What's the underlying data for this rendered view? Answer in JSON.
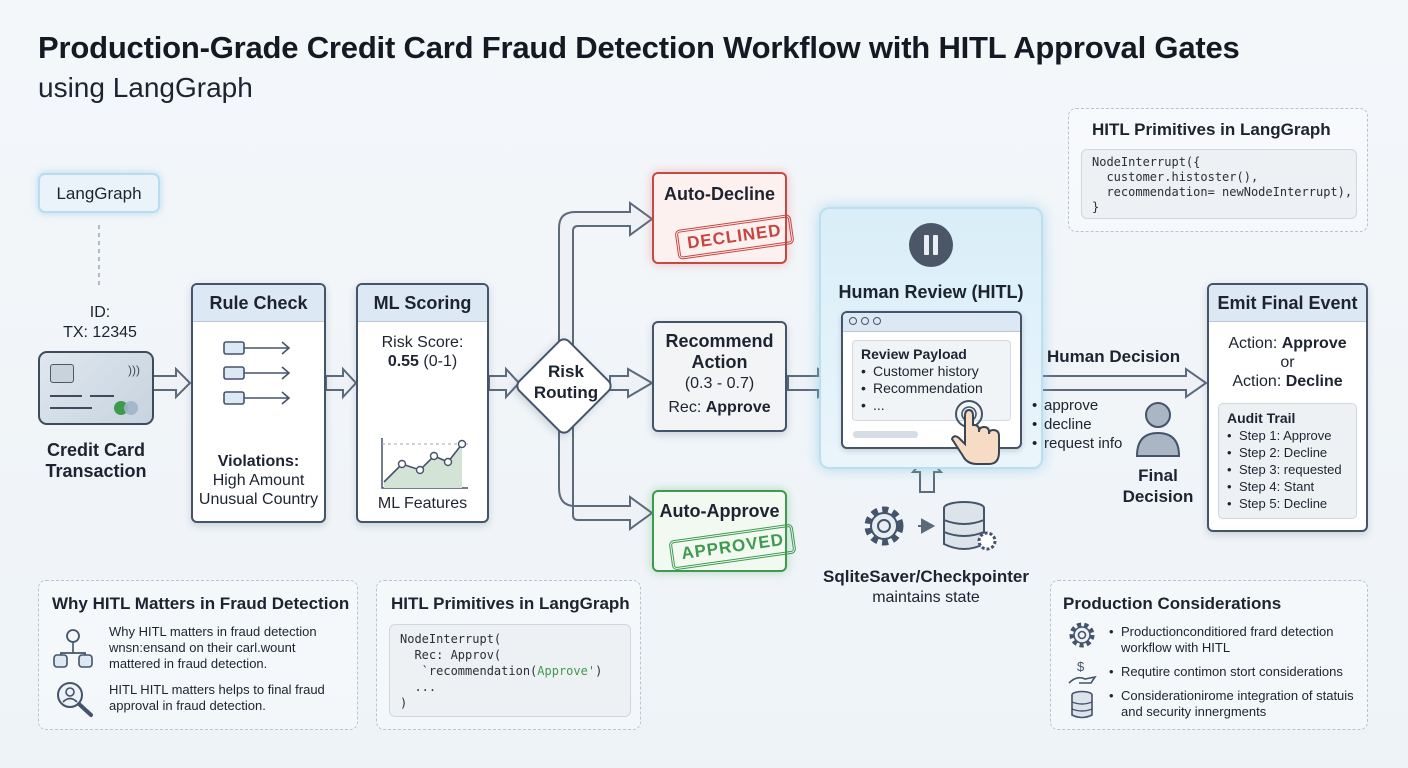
{
  "title": "Production-Grade Credit Card Fraud Detection Workflow with HITL Approval Gates",
  "subtitle": "using LangGraph",
  "langgraph_label": "LangGraph",
  "transaction": {
    "id_label": "ID:",
    "tx": "TX: 12345",
    "caption_line1": "Credit Card",
    "caption_line2": "Transaction"
  },
  "rule_check": {
    "title": "Rule Check",
    "violations_label": "Violations:",
    "v1": "High Amount",
    "v2": "Unusual Country"
  },
  "ml_scoring": {
    "title": "ML Scoring",
    "risk_label": "Risk Score:",
    "risk_value": "0.55",
    "risk_range": " (0-1)",
    "features": "ML Features"
  },
  "risk_routing": {
    "line1": "Risk",
    "line2": "Routing"
  },
  "auto_decline": {
    "title": "Auto-Decline",
    "stamp": "DECLINED"
  },
  "recommend": {
    "line1": "Recommend",
    "line2": "Action",
    "range": "(0.3 - 0.7)",
    "rec_label": "Rec: ",
    "rec_value": "Approve"
  },
  "auto_approve": {
    "title": "Auto-Approve",
    "stamp": "APPROVED"
  },
  "human_review": {
    "title": "Human Review (HITL)",
    "payload_title": "Review Payload",
    "payload_items": [
      "Customer history",
      "Recommendation",
      "..."
    ]
  },
  "checkpointer": {
    "line1": "SqliteSaver/Checkpointer",
    "line2": "maintains state"
  },
  "human_decision": {
    "label": "Human Decision",
    "options": [
      "approve",
      "decline",
      "request info"
    ]
  },
  "final_decision": {
    "line1": "Final",
    "line2": "Decision"
  },
  "emit": {
    "title": "Emit Final Event",
    "action1_label": "Action: ",
    "action1_value": "Approve",
    "or": "or",
    "action2_label": "Action: ",
    "action2_value": "Decline",
    "audit_title": "Audit Trail",
    "audit_steps": [
      "Step 1: Approve",
      "Step 2: Decline",
      "Step 3: requested",
      "Step 4: Stant",
      "Step 5: Decline"
    ]
  },
  "primitives_top": {
    "title": "HITL Primitives in LangGraph",
    "code": [
      "NodeInterrupt({",
      "  customer.histoster(),",
      "  recommendation= newNodeInterrupt),",
      "}"
    ]
  },
  "why_hitl": {
    "title": "Why HITL Matters in Fraud Detection",
    "item1": "Why HITL matters in fraud detection wnsn:ensand on their carl.wount mattered in fraud detection.",
    "item2": "HITL HITL matters helps to final fraud approval in fraud detection."
  },
  "primitives_bottom": {
    "title": "HITL Primitives in LangGraph",
    "code_l1": "NodeInterrupt(",
    "code_l2": "  Rec: Approv(",
    "code_l3a": "   `recommendation(",
    "code_l3b": "Approve'",
    "code_l3c": ")",
    "code_l4": "  ...",
    "code_l5": ")"
  },
  "production": {
    "title": "Production Considerations",
    "items": [
      "Productionconditiored frard detection workflow with HITL",
      "Requtire contimon stort considerations",
      "Considerationirome integration of statuis and security innergments"
    ]
  },
  "colors": {
    "decline": "#d9534f",
    "approve": "#3f9a4f",
    "box_head": "#dce8f3",
    "hitl_glow": "#cfe8f5"
  }
}
